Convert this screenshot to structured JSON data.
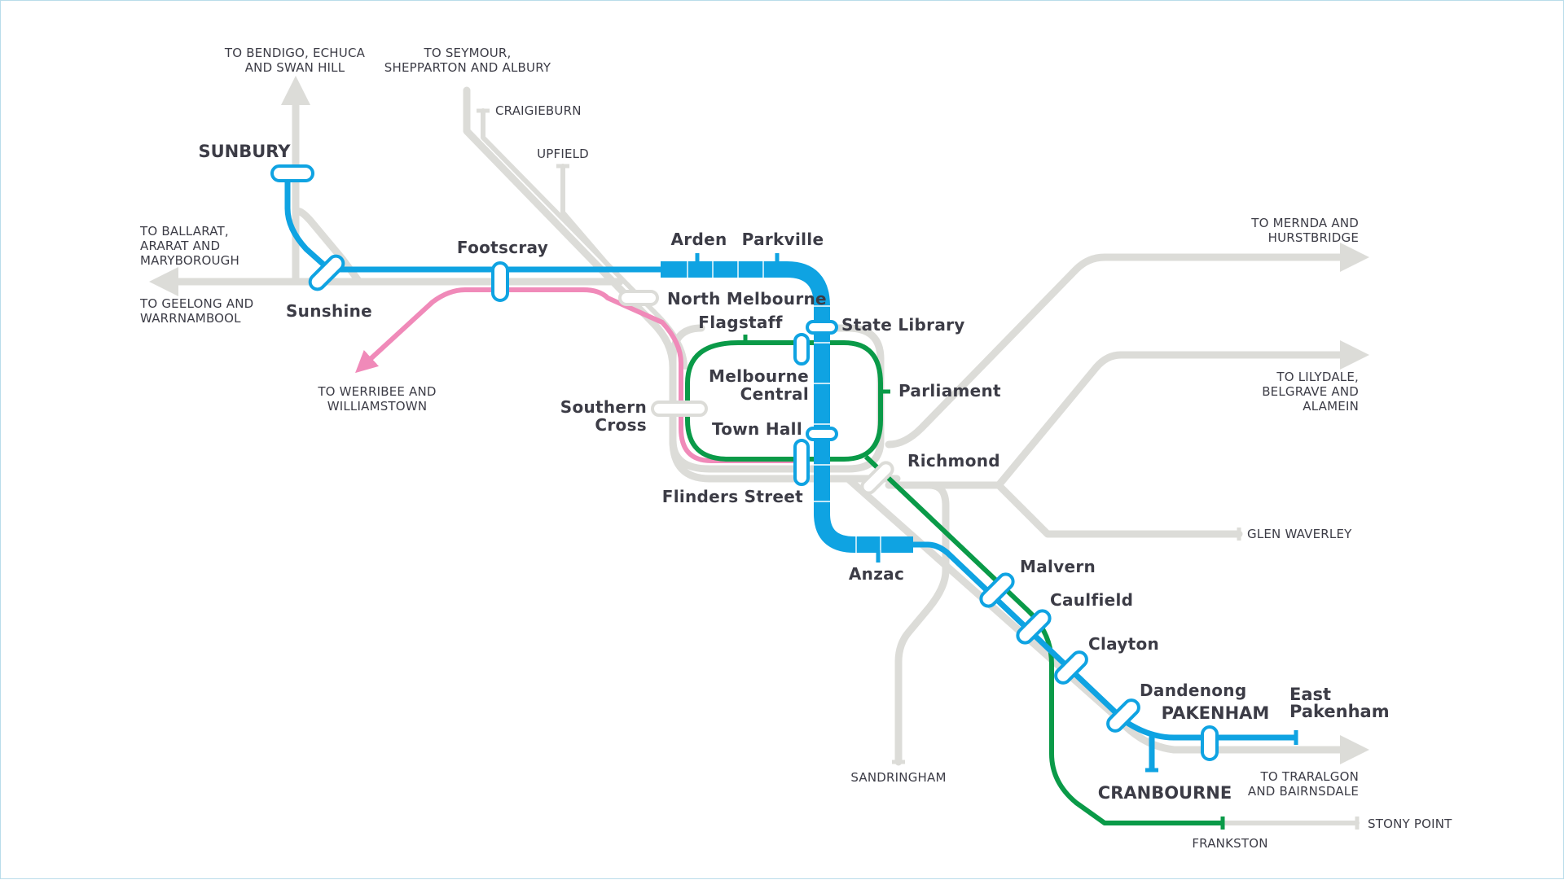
{
  "colors": {
    "metro_tunnel": "#0fa3e2",
    "city_loop": "#0a9a48",
    "werribee_line": "#f08ab9",
    "other_lines": "#dcdcd8",
    "label_text": "#3c3c46"
  },
  "stations": {
    "sunbury": "SUNBURY",
    "sunshine": "Sunshine",
    "footscray": "Footscray",
    "arden": "Arden",
    "parkville": "Parkville",
    "north_melbourne": "North Melbourne",
    "flagstaff": "Flagstaff",
    "state_library": "State Library",
    "melbourne_central_1": "Melbourne",
    "melbourne_central_2": "Central",
    "parliament": "Parliament",
    "southern_cross_1": "Southern",
    "southern_cross_2": "Cross",
    "town_hall": "Town Hall",
    "richmond": "Richmond",
    "flinders_street": "Flinders Street",
    "anzac": "Anzac",
    "malvern": "Malvern",
    "caulfield": "Caulfield",
    "clayton": "Clayton",
    "dandenong": "Dandenong",
    "pakenham": "PAKENHAM",
    "east_pakenham_1": "East",
    "east_pakenham_2": "Pakenham",
    "cranbourne": "CRANBOURNE",
    "frankston": "FRANKSTON",
    "stony_point": "STONY POINT",
    "sandringham": "SANDRINGHAM",
    "glen_waverley": "GLEN WAVERLEY",
    "craigieburn": "CRAIGIEBURN",
    "upfield": "UPFIELD"
  },
  "destinations": {
    "bendigo_1": "TO BENDIGO, ECHUCA",
    "bendigo_2": "AND SWAN HILL",
    "seymour_1": "TO SEYMOUR,",
    "seymour_2": "SHEPPARTON AND ALBURY",
    "ballarat_1": "TO BALLARAT,",
    "ballarat_2": "ARARAT AND",
    "ballarat_3": "MARYBOROUGH",
    "geelong_1": "TO GEELONG AND",
    "geelong_2": "WARRNAMBOOL",
    "werribee_1": "TO WERRIBEE AND",
    "werribee_2": "WILLIAMSTOWN",
    "mernda_1": "TO MERNDA AND",
    "mernda_2": "HURSTBRIDGE",
    "lilydale_1": "TO LILYDALE,",
    "lilydale_2": "BELGRAVE AND",
    "lilydale_3": "ALAMEIN",
    "traralgon_1": "TO TRARALGON",
    "traralgon_2": "AND BAIRNSDALE"
  }
}
